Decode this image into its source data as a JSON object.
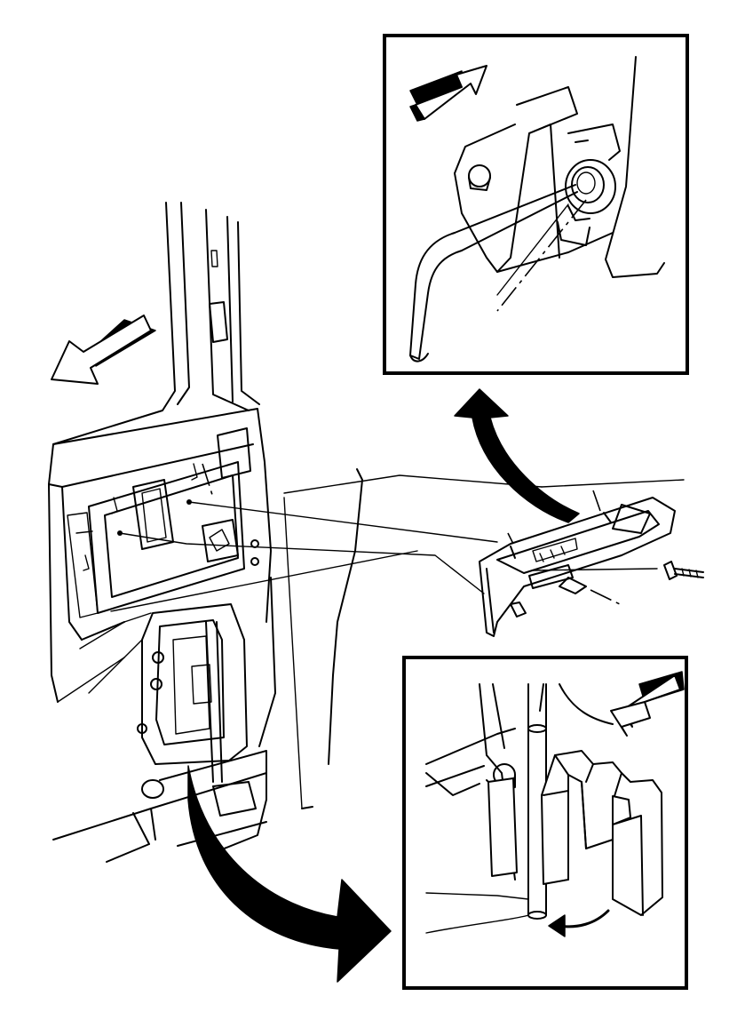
{
  "figure": {
    "views": [
      "main-door-view",
      "detail-view-top",
      "detail-view-bottom"
    ],
    "arrows": [
      "direction-arrow-left",
      "direction-arrow-right",
      "direction-arrow-down-left",
      "callout-arrow-up",
      "callout-arrow-down",
      "rotate-arrow"
    ]
  }
}
